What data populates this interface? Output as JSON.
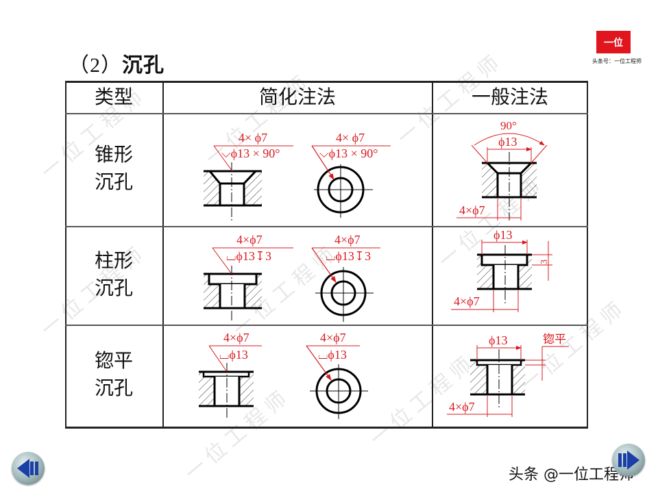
{
  "title": {
    "prefix": "（2）",
    "text": "沉孔"
  },
  "brand": {
    "logo_text": "一位",
    "caption": "头条号：一位工程师",
    "color": "#e0151d"
  },
  "watermark": "一位工程师",
  "table": {
    "headers": [
      "类型",
      "简化注法",
      "一般注法"
    ],
    "rows": [
      {
        "type_line1": "锥形",
        "type_line2": "沉孔",
        "simplified": {
          "line1": "4× ϕ7",
          "line2": "⌵ϕ13 × 90°"
        },
        "general": {
          "angle": "90°",
          "diameter": "ϕ13",
          "hole": "4×ϕ7"
        }
      },
      {
        "type_line1": "柱形",
        "type_line2": "沉孔",
        "simplified": {
          "line1": "4×ϕ7",
          "line2": "⌴ϕ13↧3"
        },
        "general": {
          "diameter": "ϕ13",
          "depth": "3",
          "hole": "4×ϕ7"
        }
      },
      {
        "type_line1": "锪平",
        "type_line2": "沉孔",
        "simplified": {
          "line1": "4×ϕ7",
          "line2": "⌴ϕ13"
        },
        "general": {
          "diameter": "ϕ13",
          "note": "锪平",
          "hole": "4×ϕ7"
        }
      }
    ]
  },
  "colors": {
    "annotation": "#d7191f",
    "line": "#000000"
  },
  "nav": {
    "prev_icon": "previous-icon",
    "next_icon": "next-icon"
  },
  "footer": "头条 @一位工程师"
}
